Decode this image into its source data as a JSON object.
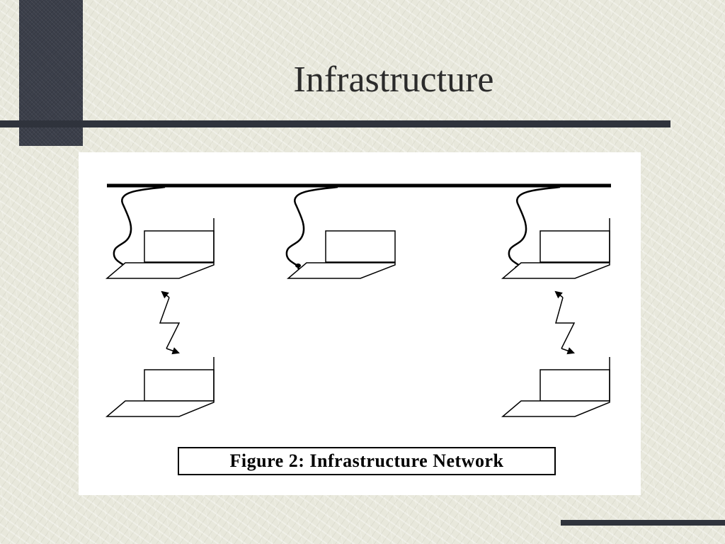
{
  "slide": {
    "title": "Infrastructure"
  },
  "figure": {
    "caption": "Figure 2:  Infrastructure Network",
    "wired_stations": [
      "station-left-top",
      "station-center-top",
      "station-right-top"
    ],
    "wireless_stations": [
      "station-left-bottom",
      "station-right-bottom"
    ],
    "wireless_links": [
      "left",
      "right"
    ]
  },
  "colors": {
    "background": "#e8e8dc",
    "accent_dark": "#3b3f4a",
    "line": "#000000",
    "panel": "#ffffff"
  }
}
